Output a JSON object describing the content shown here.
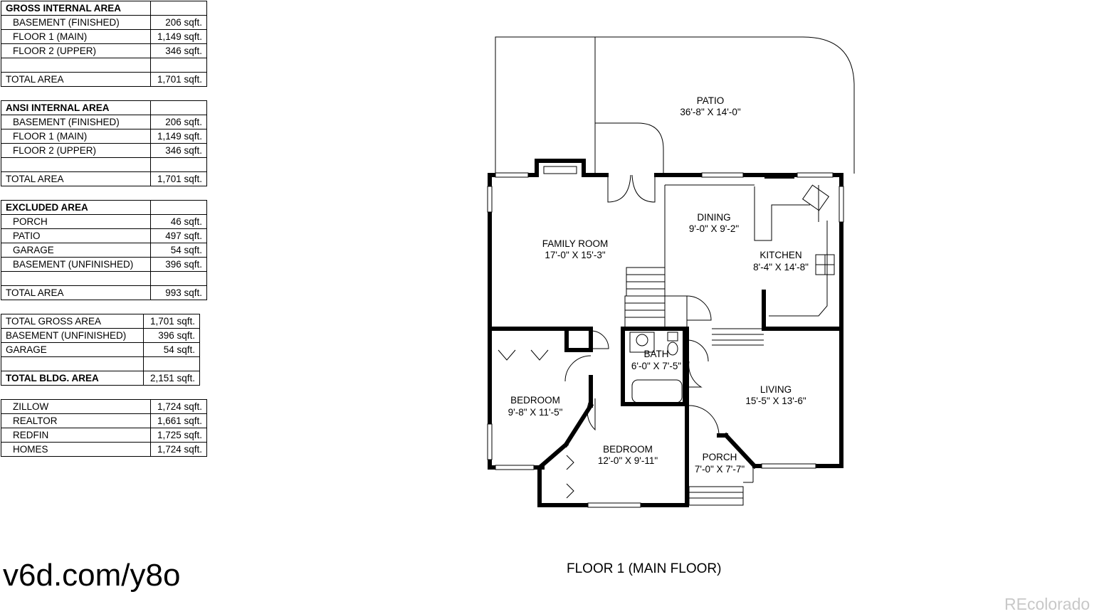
{
  "tables": [
    {
      "header": "GROSS INTERNAL AREA",
      "rows": [
        {
          "label": "BASEMENT (FINISHED)",
          "value": "206 sqft."
        },
        {
          "label": "FLOOR 1 (MAIN)",
          "value": "1,149 sqft."
        },
        {
          "label": "FLOOR 2 (UPPER)",
          "value": "346 sqft."
        },
        {
          "label": "",
          "value": ""
        },
        {
          "label": "TOTAL AREA",
          "value": "1,701 sqft."
        }
      ]
    },
    {
      "header": "ANSI INTERNAL AREA",
      "rows": [
        {
          "label": "BASEMENT (FINISHED)",
          "value": "206 sqft."
        },
        {
          "label": "FLOOR 1 (MAIN)",
          "value": "1,149 sqft."
        },
        {
          "label": "FLOOR 2 (UPPER)",
          "value": "346 sqft."
        },
        {
          "label": "",
          "value": ""
        },
        {
          "label": "TOTAL AREA",
          "value": "1,701 sqft."
        }
      ]
    },
    {
      "header": "EXCLUDED AREA",
      "rows": [
        {
          "label": "PORCH",
          "value": "46 sqft."
        },
        {
          "label": "PATIO",
          "value": "497 sqft."
        },
        {
          "label": "GARAGE",
          "value": "54 sqft."
        },
        {
          "label": "BASEMENT (UNFINISHED)",
          "value": "396 sqft."
        },
        {
          "label": "",
          "value": ""
        },
        {
          "label": "TOTAL AREA",
          "value": "993 sqft."
        }
      ]
    },
    {
      "rows": [
        {
          "label": "TOTAL GROSS AREA",
          "value": "1,701 sqft."
        },
        {
          "label": "BASEMENT (UNFINISHED)",
          "value": "396 sqft."
        },
        {
          "label": "GARAGE",
          "value": "54 sqft."
        },
        {
          "label": "",
          "value": ""
        },
        {
          "label": "TOTAL BLDG. AREA",
          "value": "2,151 sqft."
        }
      ]
    },
    {
      "rows": [
        {
          "label": "ZILLOW",
          "value": "1,724 sqft."
        },
        {
          "label": "REALTOR",
          "value": "1,661 sqft."
        },
        {
          "label": "REDFIN",
          "value": "1,725 sqft."
        },
        {
          "label": "HOMES",
          "value": "1,724 sqft."
        }
      ]
    }
  ],
  "rooms": [
    {
      "name": "PATIO",
      "dims": "36'-8\" X 14'-0\""
    },
    {
      "name": "DINING",
      "dims": "9'-0\" X 9'-2\""
    },
    {
      "name": "FAMILY ROOM",
      "dims": "17'-0\" X 15'-3\""
    },
    {
      "name": "KITCHEN",
      "dims": "8'-4\" X 14'-8\""
    },
    {
      "name": "BATH",
      "dims": "6'-0\" X 7'-5\""
    },
    {
      "name": "LIVING",
      "dims": "15'-5\" X 13'-6\""
    },
    {
      "name": "BEDROOM",
      "dims": "9'-8\" X 11'-5\""
    },
    {
      "name": "BEDROOM",
      "dims": "12'-0\" X 9'-11\""
    },
    {
      "name": "PORCH",
      "dims": "7'-0\" X 7'-7\""
    }
  ],
  "floor_label": "FLOOR 1 (MAIN FLOOR)",
  "watermark": "v6d.com/y8o",
  "brand": "REcolorado"
}
